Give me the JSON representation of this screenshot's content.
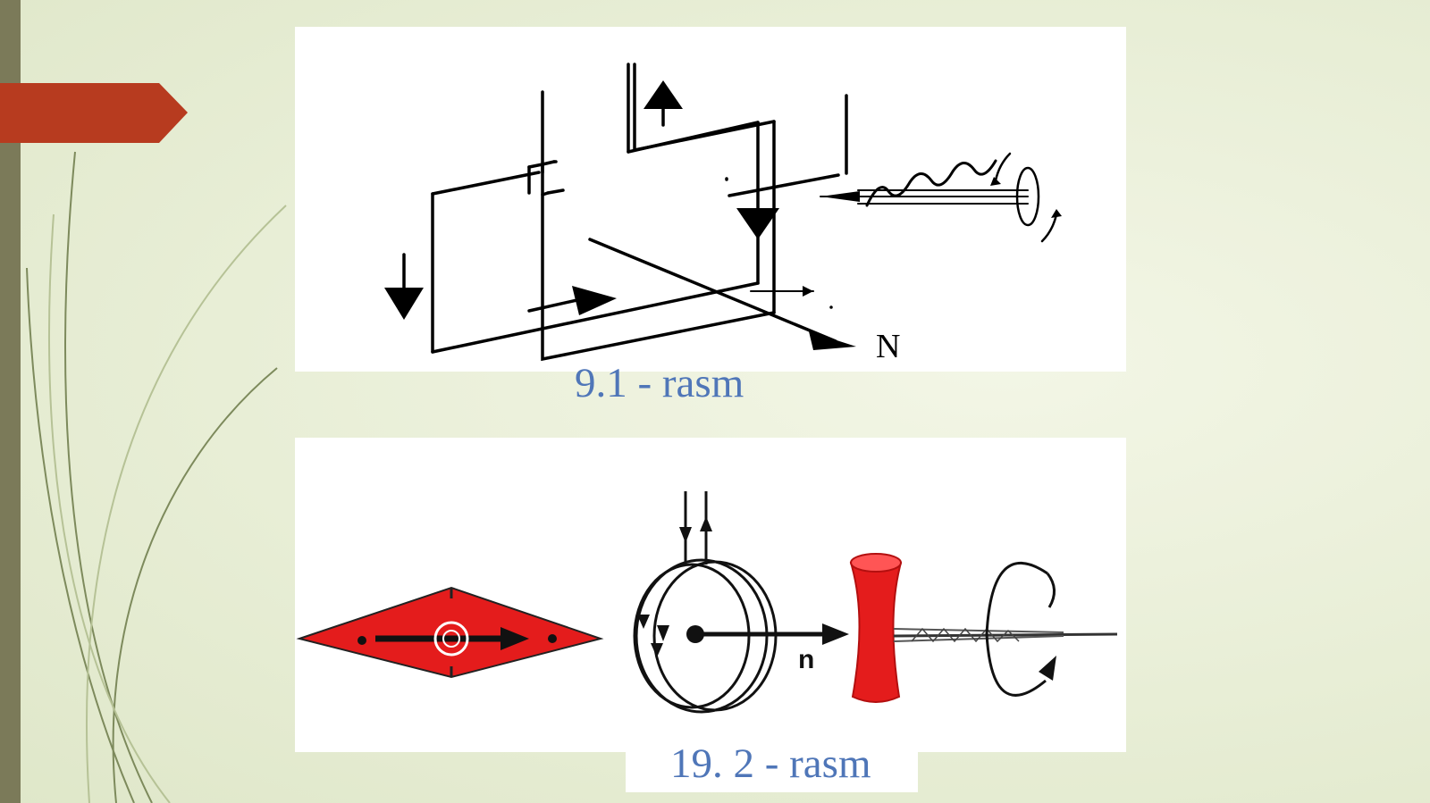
{
  "slide": {
    "figure1": {
      "caption": "9.1 - rasm",
      "label_n": "N"
    },
    "figure2": {
      "caption": "19. 2 - rasm",
      "label_n": "n"
    }
  },
  "colors": {
    "caption": "#4f76b8",
    "accent_tab": "#b73b1f",
    "left_bar": "#7b7a59",
    "red_parts": "#e41c1c"
  },
  "icons": [
    "right-screw-icon",
    "compass-needle-icon",
    "current-loop-icon",
    "gimlet-icon",
    "rotation-arrow-icon"
  ]
}
